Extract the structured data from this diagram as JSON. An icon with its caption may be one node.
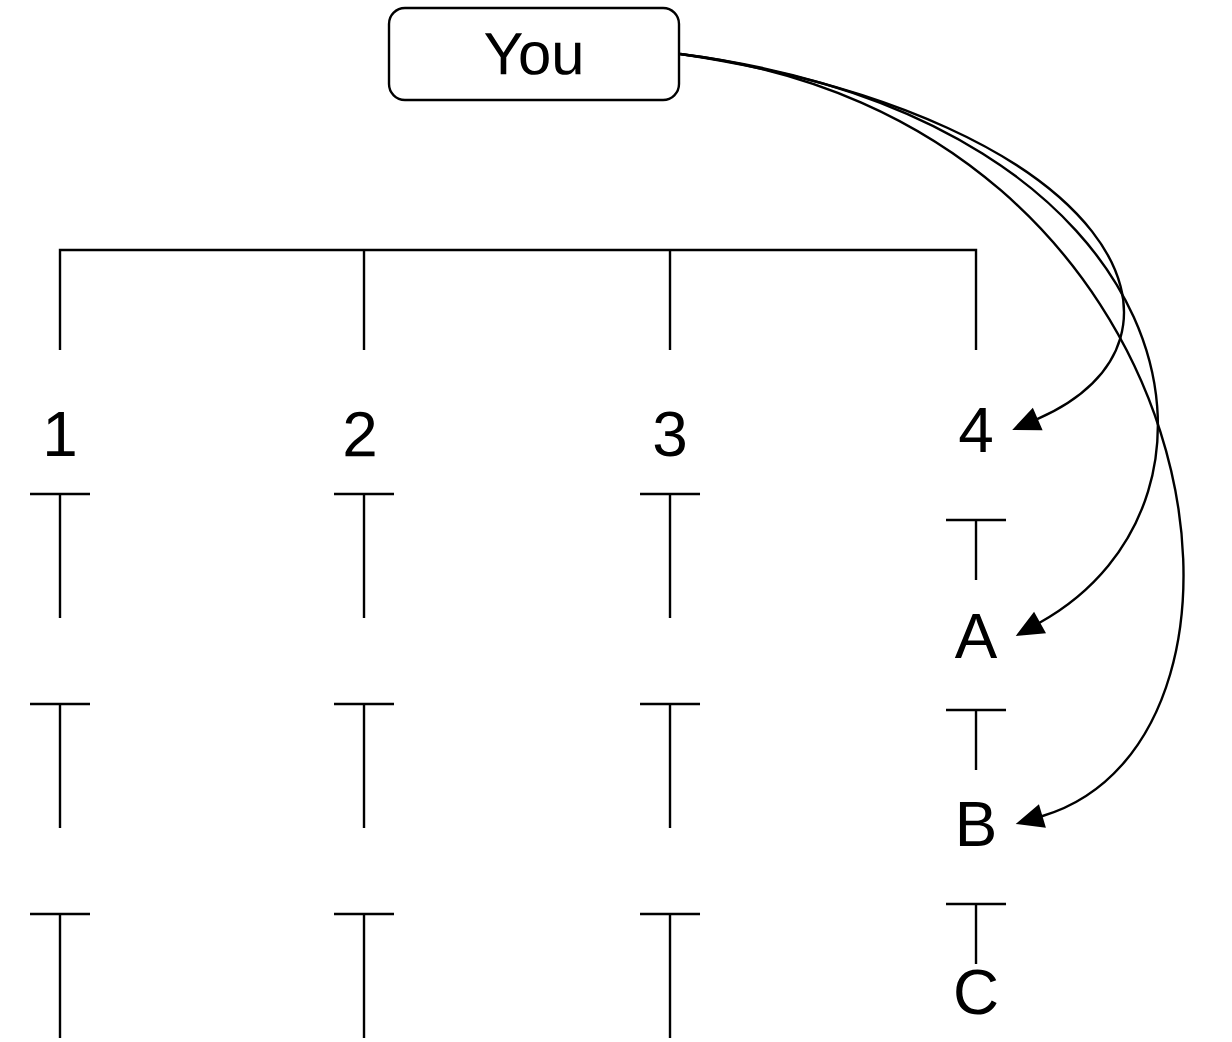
{
  "diagram": {
    "nodes": [
      {
        "text": [
          "You"
        ]
      },
      {
        "text": [
          "1"
        ]
      },
      {
        "text": [
          "2"
        ]
      },
      {
        "text": [
          "3"
        ]
      },
      {
        "text": [
          "4"
        ]
      },
      {
        "text": [
          "A"
        ]
      },
      {
        "text": [
          "B"
        ]
      },
      {
        "text": [
          "C"
        ]
      }
    ],
    "edges": [
      {
        "from": 0,
        "to": 4,
        "arrow": "to"
      },
      {
        "from": 0,
        "to": 5,
        "arrow": "to"
      },
      {
        "from": 0,
        "to": 6,
        "arrow": "to"
      }
    ]
  }
}
